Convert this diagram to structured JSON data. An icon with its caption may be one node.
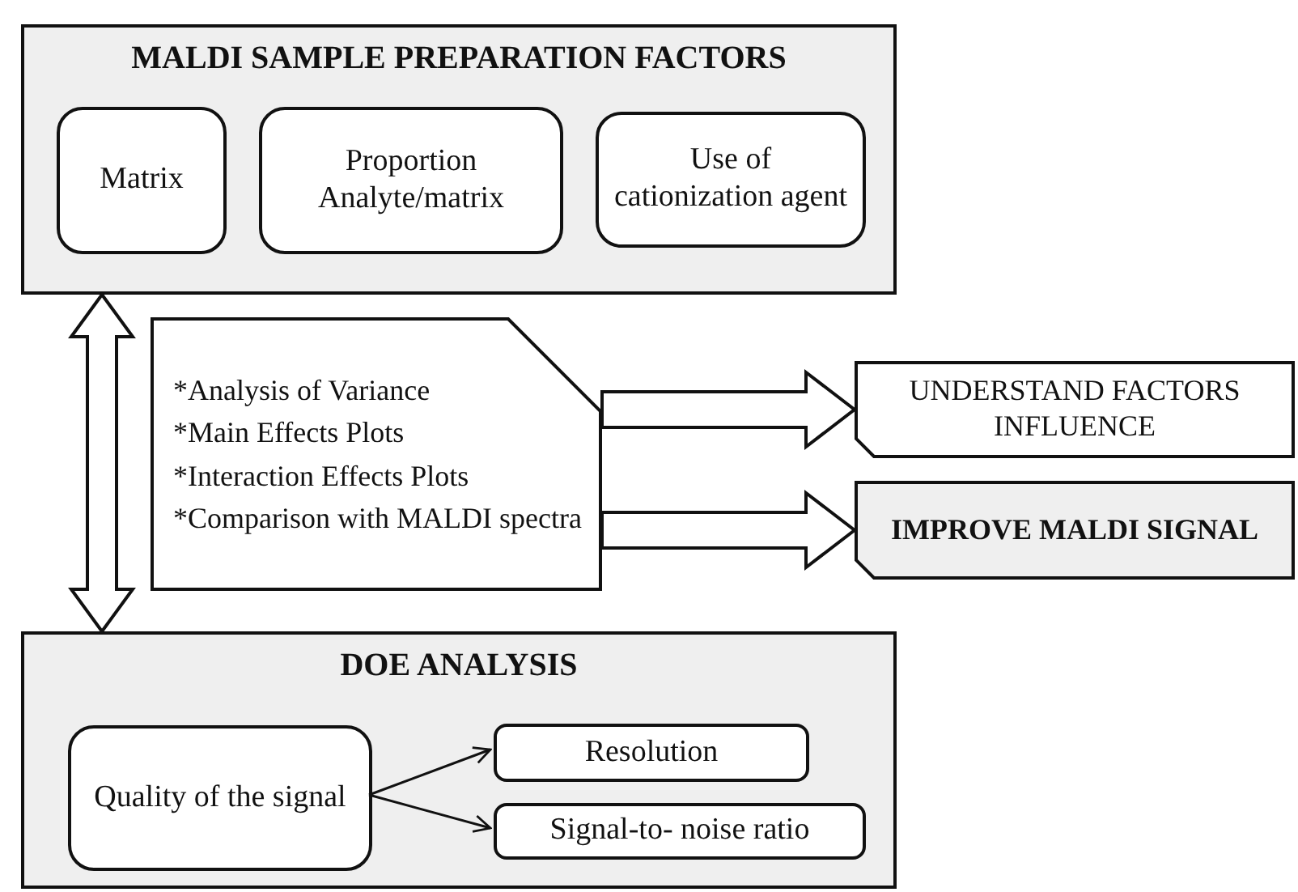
{
  "diagram": {
    "nodes": [
      {
        "text": [
          "MALDI SAMPLE PREPARATION FACTORS"
        ]
      },
      {
        "text": [
          "Matrix"
        ],
        "in": 0
      },
      {
        "text": [
          "Proportion Analyte/matrix"
        ],
        "in": 0
      },
      {
        "text": [
          "Use of cationization agent"
        ],
        "in": 0
      },
      {
        "text": [
          "*Analysis of Variance",
          "*Main Effects Plots",
          "*Interaction Effects Plots",
          "*Comparison with MALDI spectra"
        ]
      },
      {
        "text": [
          "UNDERSTAND FACTORS INFLUENCE"
        ]
      },
      {
        "text": [
          "IMPROVE MALDI SIGNAL"
        ]
      },
      {
        "text": [
          "DOE ANALYSIS"
        ]
      },
      {
        "text": [
          "Quality of the signal"
        ],
        "in": 7
      },
      {
        "text": [
          "Resolution"
        ],
        "in": 7
      },
      {
        "text": [
          "Signal-to- noise ratio"
        ],
        "in": 7
      }
    ],
    "edges": [
      {
        "from": 0,
        "to": 7,
        "arrow": "both",
        "style": "thick"
      },
      {
        "from": 4,
        "to": 5,
        "arrow": "to",
        "style": "thick"
      },
      {
        "from": 4,
        "to": 6,
        "arrow": "to",
        "style": "thick"
      },
      {
        "from": 8,
        "to": 9,
        "arrow": "to"
      },
      {
        "from": 8,
        "to": 10,
        "arrow": "to"
      }
    ]
  }
}
